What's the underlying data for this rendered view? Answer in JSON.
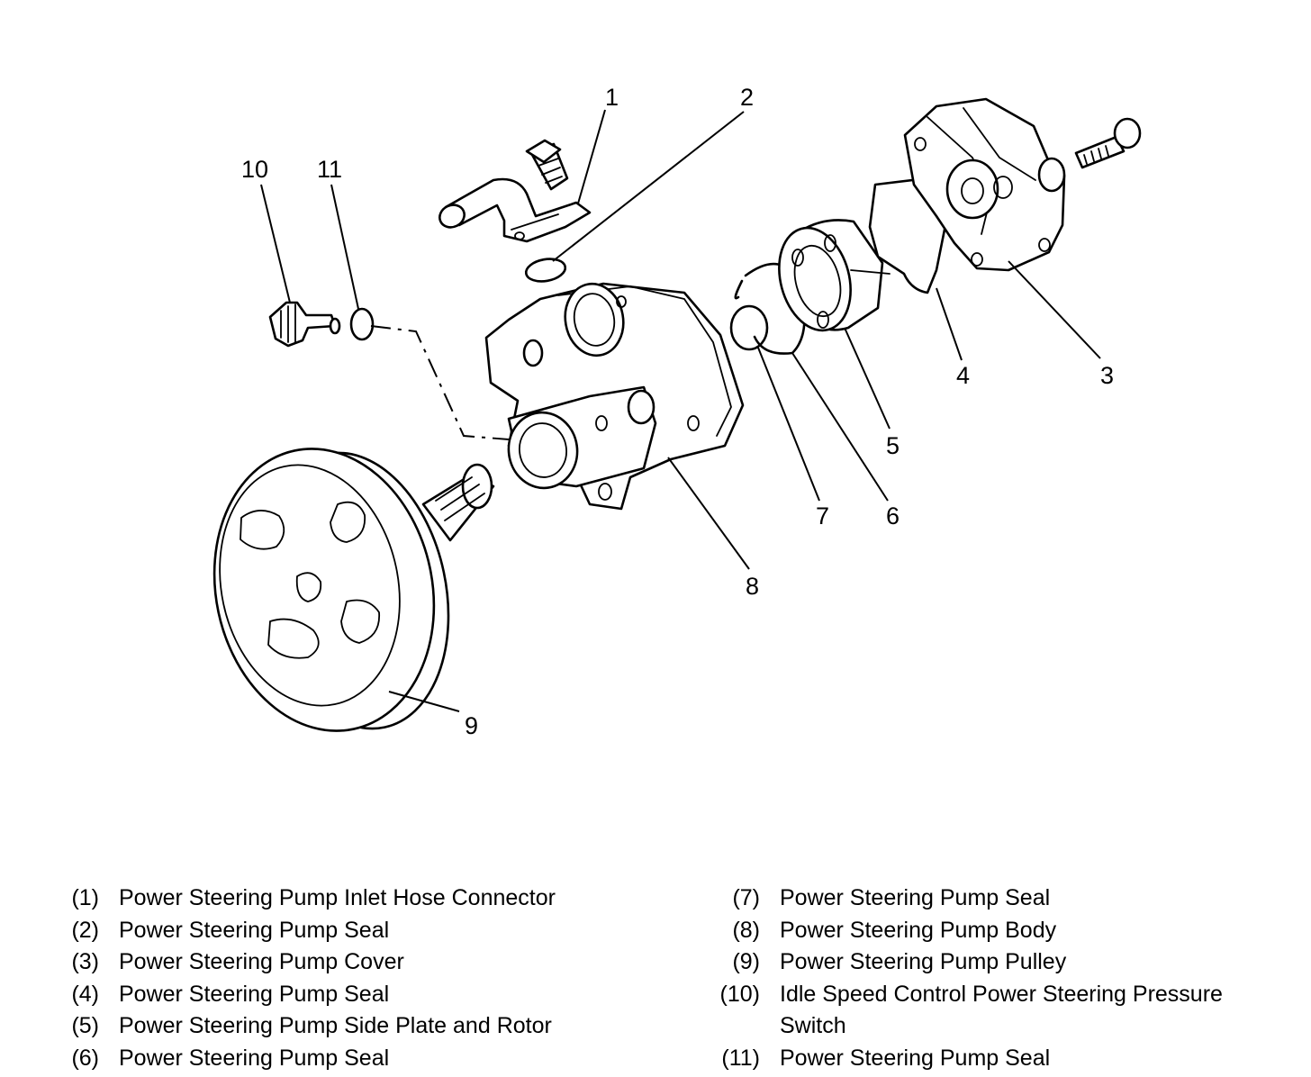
{
  "callouts": [
    {
      "id": "1",
      "label": "1"
    },
    {
      "id": "2",
      "label": "2"
    },
    {
      "id": "3",
      "label": "3"
    },
    {
      "id": "4",
      "label": "4"
    },
    {
      "id": "5",
      "label": "5"
    },
    {
      "id": "6",
      "label": "6"
    },
    {
      "id": "7",
      "label": "7"
    },
    {
      "id": "8",
      "label": "8"
    },
    {
      "id": "9",
      "label": "9"
    },
    {
      "id": "10",
      "label": "10"
    },
    {
      "id": "11",
      "label": "11"
    }
  ],
  "legend": {
    "left": [
      {
        "num": "(1)",
        "text": "Power Steering Pump Inlet Hose Connector"
      },
      {
        "num": "(2)",
        "text": "Power Steering Pump Seal"
      },
      {
        "num": "(3)",
        "text": "Power Steering Pump Cover"
      },
      {
        "num": "(4)",
        "text": "Power Steering Pump Seal"
      },
      {
        "num": "(5)",
        "text": "Power Steering Pump Side Plate and Rotor"
      },
      {
        "num": "(6)",
        "text": "Power Steering Pump Seal"
      }
    ],
    "right": [
      {
        "num": "(7)",
        "text": "Power Steering Pump Seal"
      },
      {
        "num": "(8)",
        "text": "Power Steering Pump Body"
      },
      {
        "num": "(9)",
        "text": "Power Steering Pump Pulley"
      },
      {
        "num": "(10)",
        "text": "Idle Speed Control Power Steering Pressure Switch"
      },
      {
        "num": "(11)",
        "text": "Power Steering Pump Seal"
      }
    ]
  }
}
